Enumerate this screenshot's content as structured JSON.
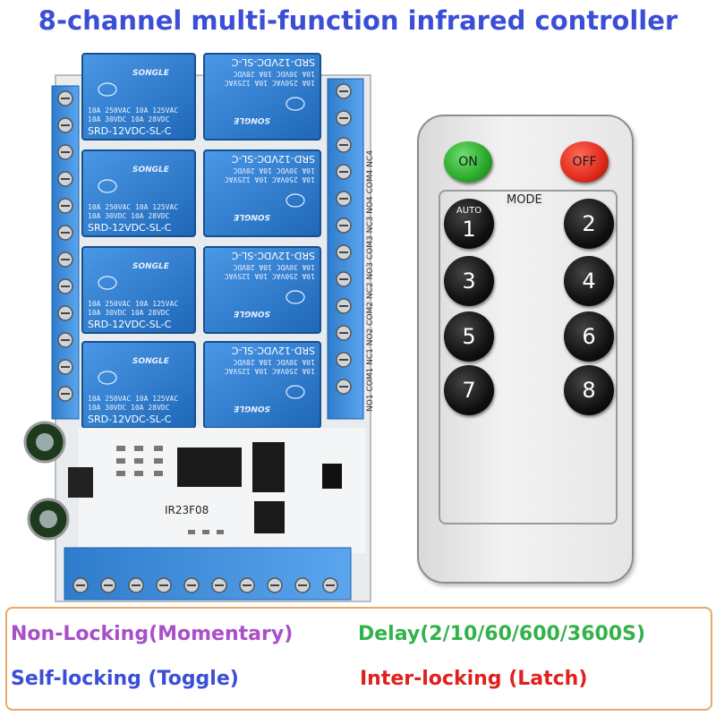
{
  "title": "8-channel multi-function infrared controller",
  "board": {
    "relay_brand": "SONGLE",
    "relay_model": "SRD-12VDC-SL-C",
    "relay_rating_1": "10A 250VAC  10A 125VAC",
    "relay_rating_2": "10A 30VDC  10A 28VDC",
    "chip_label": "IR23F08",
    "terminal_labels": "NO1 COM1 NC1  NO2 COM2 NC2  NO3 COM3 NC3  NO4 COM4 NC4"
  },
  "remote": {
    "on_label": "ON",
    "off_label": "OFF",
    "mode_label": "MODE",
    "auto_label": "AUTO",
    "keys": [
      "1",
      "2",
      "3",
      "4",
      "5",
      "6",
      "7",
      "8"
    ]
  },
  "legend": {
    "non_locking": "Non-Locking(Momentary)",
    "delay": "Delay(2/10/60/600/3600S)",
    "self_locking": "Self-locking (Toggle)",
    "inter_locking": "Inter-locking (Latch)"
  },
  "colors": {
    "title": "#3b4fd6",
    "non_locking": "#a94fc8",
    "delay": "#33b24a",
    "self_locking": "#3b4fd6",
    "inter_locking": "#e0211d",
    "relay_blue": "#2f7fd0",
    "terminal_blue": "#3f8edc"
  }
}
